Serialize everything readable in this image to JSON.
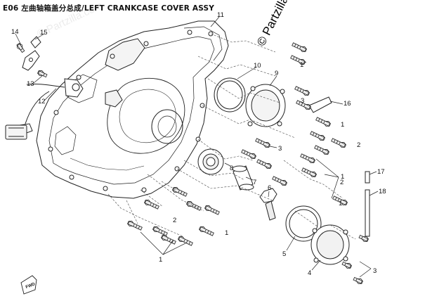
{
  "diagram": {
    "title": "E06 左曲轴箱盖分总成/LEFT CRANKCASE COVER ASSY",
    "watermark": "© Partzilla.com",
    "watermark_faint": "© Partzilla.com",
    "fwd_label": "FWD",
    "callouts": {
      "c1a": "1",
      "c1b": "1",
      "c1c": "1",
      "c1d": "1",
      "c1e": "1",
      "c1f": "1",
      "c2a": "2",
      "c2b": "2",
      "c2c": "2",
      "c3a": "3",
      "c3b": "3",
      "c3c": "3",
      "c4": "4",
      "c5": "5",
      "c6": "6",
      "c7": "7",
      "c8": "8",
      "c9": "9",
      "c10": "10",
      "c11": "11",
      "c12": "12",
      "c13": "13",
      "c14": "14",
      "c15": "15",
      "c16": "16",
      "c17": "17",
      "c18": "18"
    }
  }
}
